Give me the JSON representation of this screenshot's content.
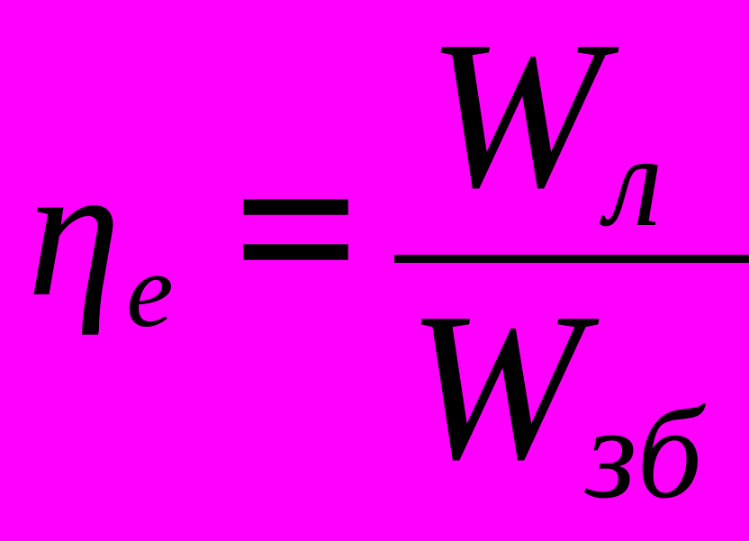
{
  "colors": {
    "background": "#ff00ff",
    "text": "#000000"
  },
  "formula": {
    "reading": "eta_e = W_l / W_zb",
    "lhs": {
      "base": "η",
      "subscript": "e"
    },
    "relation": "=",
    "fraction": {
      "numerator": {
        "base": "W",
        "subscript": "л"
      },
      "denominator": {
        "base": "W",
        "subscript": "зб"
      }
    }
  }
}
